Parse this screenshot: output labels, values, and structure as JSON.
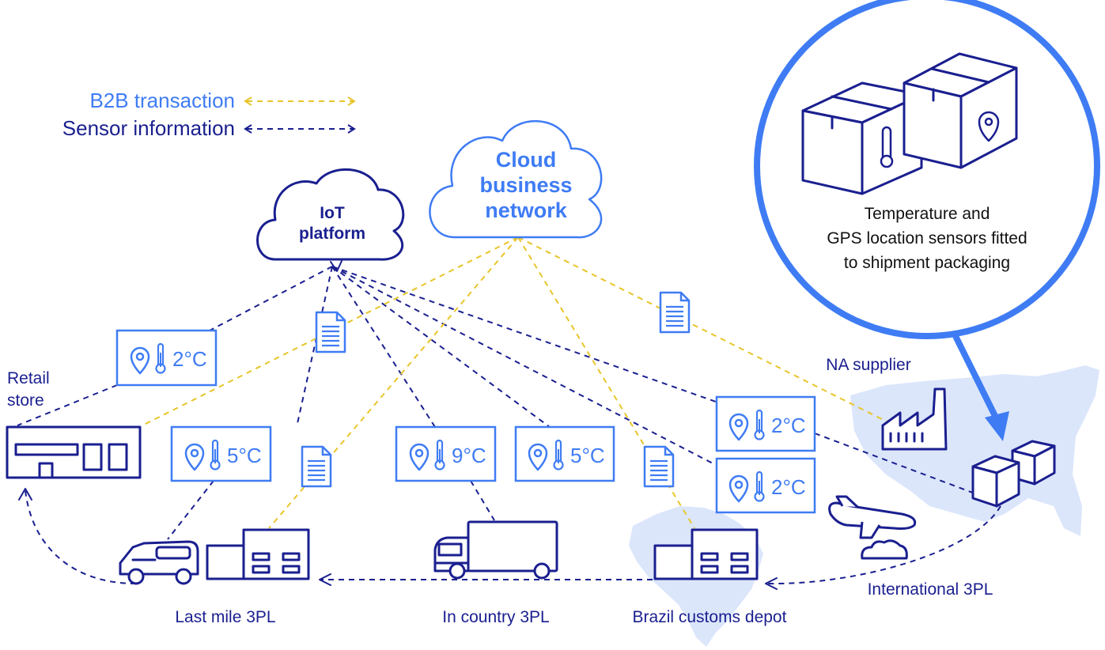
{
  "legend": {
    "b2b_label": "B2B transaction",
    "sensor_label": "Sensor information"
  },
  "clouds": {
    "iot": [
      "IoT",
      "platform"
    ],
    "business": [
      "Cloud",
      "business",
      "network"
    ]
  },
  "callout": {
    "lines": [
      "Temperature and",
      "GPS location sensors fitted",
      "to shipment packaging"
    ]
  },
  "sensors": {
    "retail_temp": "2°C",
    "lastmile_temp": "5°C",
    "incountry_temp": "9°C",
    "customs_temp": "5°C",
    "supplier_temp": "2°C",
    "international_temp": "2°C"
  },
  "locations": {
    "retail": [
      "Retail",
      "store"
    ],
    "last_mile": "Last mile 3PL",
    "in_country": "In country 3PL",
    "customs": "Brazil customs depot",
    "supplier": "NA supplier",
    "international": "International 3PL"
  },
  "colors": {
    "navy": "#1a1f8f",
    "blue": "#3f7cf4",
    "gold": "#e8c52a",
    "land": "#dbe6fb"
  },
  "icons": [
    "document-icon",
    "location-pin-icon",
    "thermometer-icon",
    "truck-icon",
    "van-icon",
    "warehouse-icon",
    "factory-icon",
    "airplane-icon",
    "package-icon",
    "store-icon"
  ]
}
